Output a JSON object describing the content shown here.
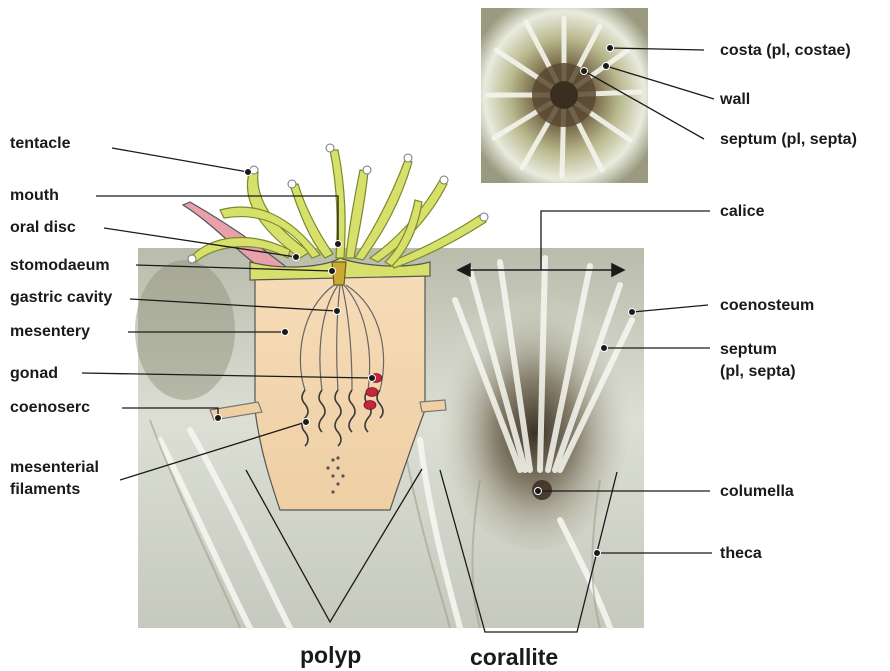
{
  "labels_left": {
    "tentacle": "tentacle",
    "mouth": "mouth",
    "oral_disc": "oral disc",
    "stomodaeum": "stomodaeum",
    "gastric_cavity": "gastric cavity",
    "mesentery": "mesentery",
    "gonad": "gonad",
    "coenoserc": "coenoserc",
    "mesenterial_filaments_1": "mesenterial",
    "mesenterial_filaments_2": "filaments"
  },
  "labels_right": {
    "costa": "costa (pl, costae)",
    "wall": "wall",
    "septum_top": "septum (pl, septa)",
    "calice": "calice",
    "coenosteum": "coenosteum",
    "septum_1": "septum",
    "septum_2": "(pl, septa)",
    "columella": "columella",
    "theca": "theca"
  },
  "labels_bottom": {
    "polyp": "polyp",
    "corallite": "corallite"
  },
  "colors": {
    "line": "#1a1a1a",
    "tentacle_fill": "#d6e06a",
    "body_fill": "#f2d6b0",
    "gonad": "#c0283c",
    "skeleton": "#eef0ea",
    "shadow": "#8e8a7a"
  }
}
